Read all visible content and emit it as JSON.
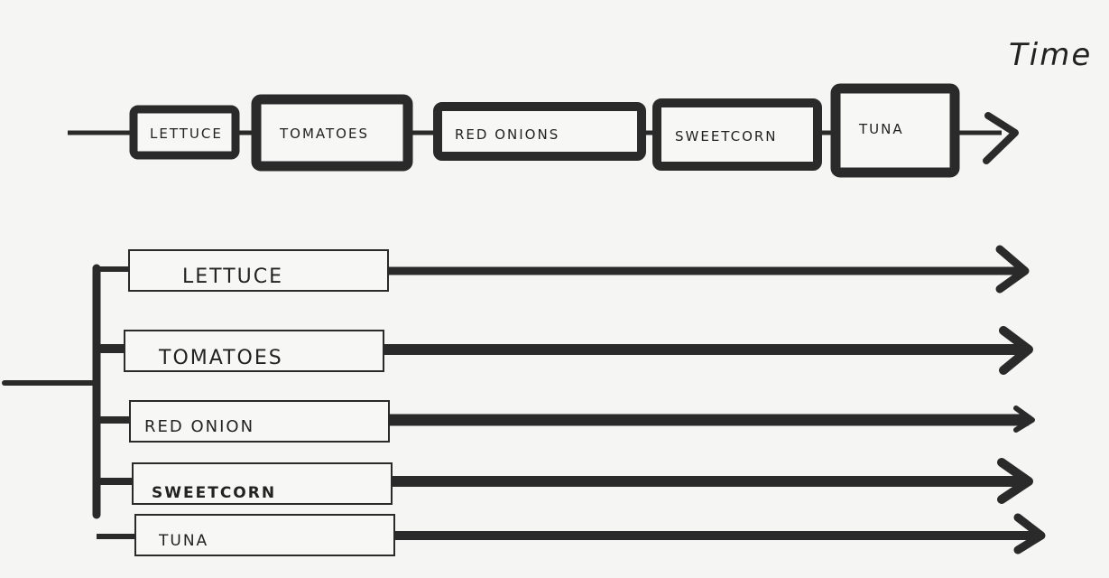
{
  "time_label": "Time",
  "sequential": {
    "items": [
      "LETTUCE",
      "TOMATOES",
      "RED ONIONS",
      "SWEETCORN",
      "TUNA"
    ]
  },
  "parallel": {
    "items": [
      "LETTUCE",
      "TOMATOES",
      "RED ONION",
      "SWEETCORN",
      "TUNA"
    ]
  },
  "colors": {
    "ink": "#2a2a2a",
    "background": "#f5f5f4",
    "box_fill": "#f7f7f6"
  }
}
